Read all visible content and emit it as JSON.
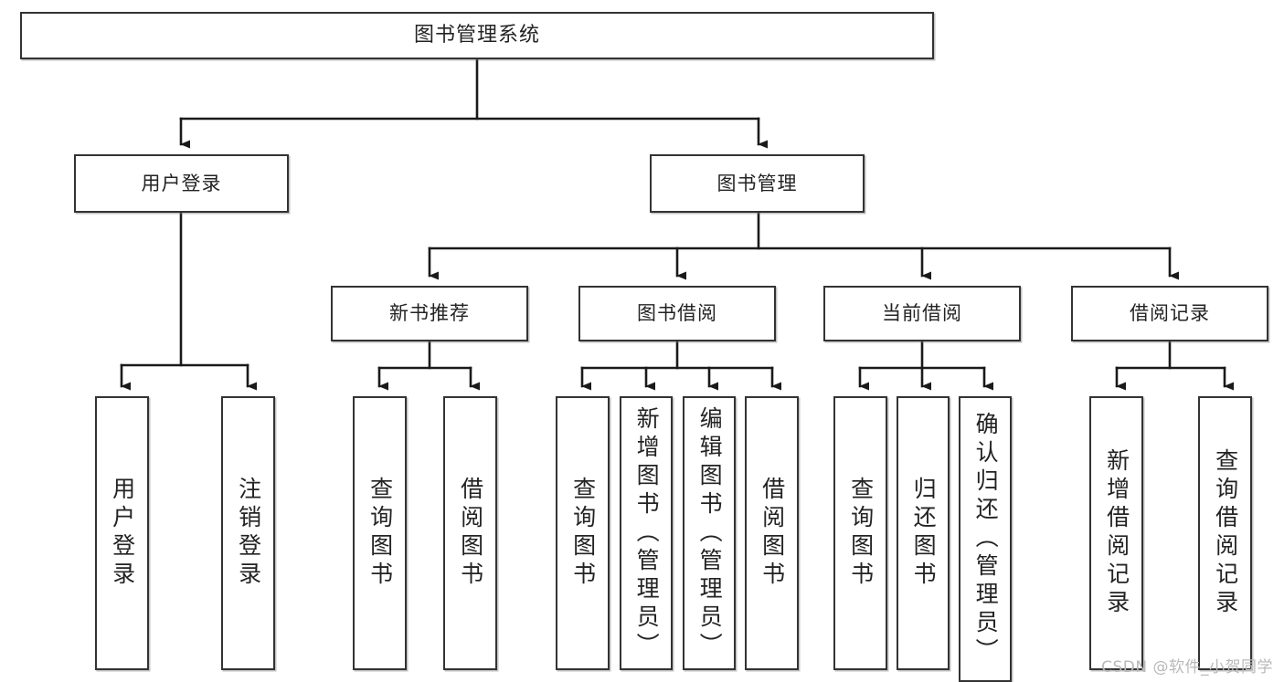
{
  "diagram": {
    "type": "tree-hierarchy",
    "title": "图书管理系统",
    "colors": {
      "box_border": "#333333",
      "box_fill": "#ffffff",
      "connector": "#1a1a1a",
      "text": "#232323",
      "watermark": "#b9b9b9",
      "background": "#ffffff"
    },
    "root": {
      "label": "图书管理系统"
    },
    "level2": [
      {
        "label": "用户登录"
      },
      {
        "label": "图书管理"
      }
    ],
    "level3": [
      {
        "label": "新书推荐"
      },
      {
        "label": "图书借阅"
      },
      {
        "label": "当前借阅"
      },
      {
        "label": "借阅记录"
      }
    ],
    "leaves": {
      "user_login": [
        {
          "label": "用户登录"
        },
        {
          "label": "注销登录"
        }
      ],
      "new_book_recommend": [
        {
          "label": "查询图书"
        },
        {
          "label": "借阅图书"
        }
      ],
      "book_borrow": [
        {
          "label": "查询图书"
        },
        {
          "label": "新增图书（管理员）"
        },
        {
          "label": "编辑图书（管理员）"
        },
        {
          "label": "借阅图书"
        }
      ],
      "current_borrow": [
        {
          "label": "查询图书"
        },
        {
          "label": "归还图书"
        },
        {
          "label": "确认归还（管理员）"
        }
      ],
      "borrow_record": [
        {
          "label": "新增借阅记录"
        },
        {
          "label": "查询借阅记录"
        }
      ]
    }
  },
  "watermark": {
    "text": "CSDN @软件_小贺同学"
  }
}
